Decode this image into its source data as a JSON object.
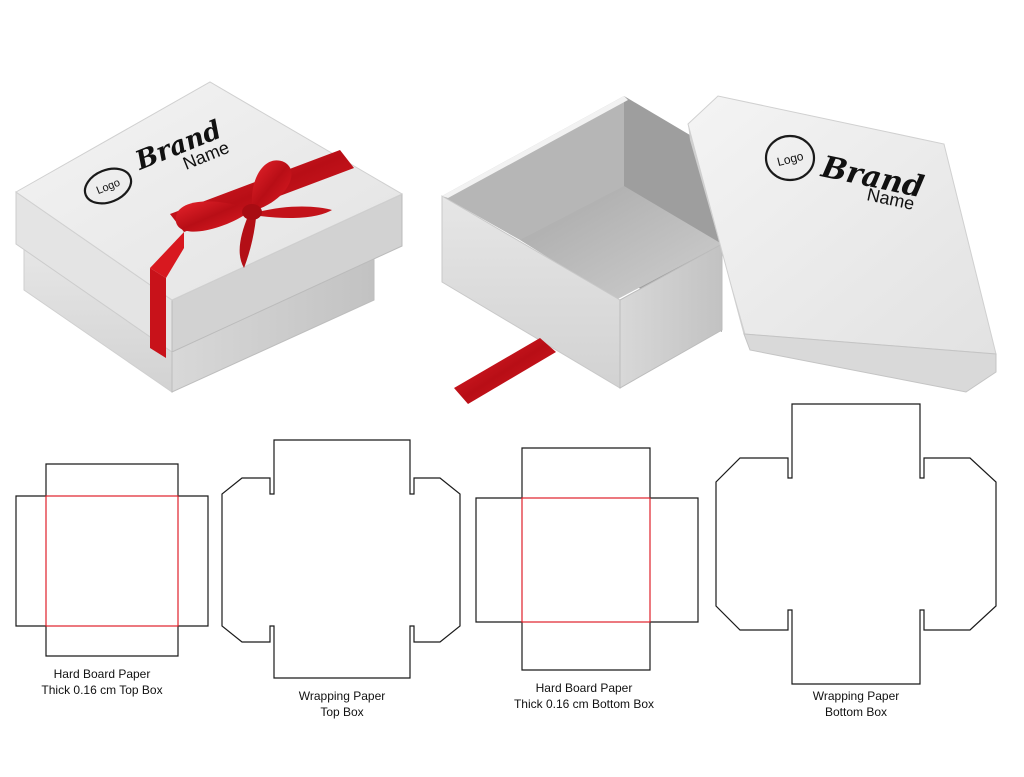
{
  "brand": {
    "logo_text": "Logo",
    "brand_word": "Brand",
    "name_word": "Name"
  },
  "colors": {
    "ribbon": "#d6141c",
    "fold_line": "#e0202a",
    "cut_line": "#1a1a1a",
    "box_light": "#ececec",
    "box_mid": "#dcdcdc",
    "box_dark": "#c4c4c4"
  },
  "captions": [
    {
      "line1": "Hard Board Paper",
      "line2": "Thick 0.16 cm  Top Box"
    },
    {
      "line1": "Wrapping Paper",
      "line2": "Top Box"
    },
    {
      "line1": "Hard Board Paper",
      "line2": "Thick 0.16 cm  Bottom Box"
    },
    {
      "line1": "Wrapping Paper",
      "line2": "Bottom Box"
    }
  ]
}
